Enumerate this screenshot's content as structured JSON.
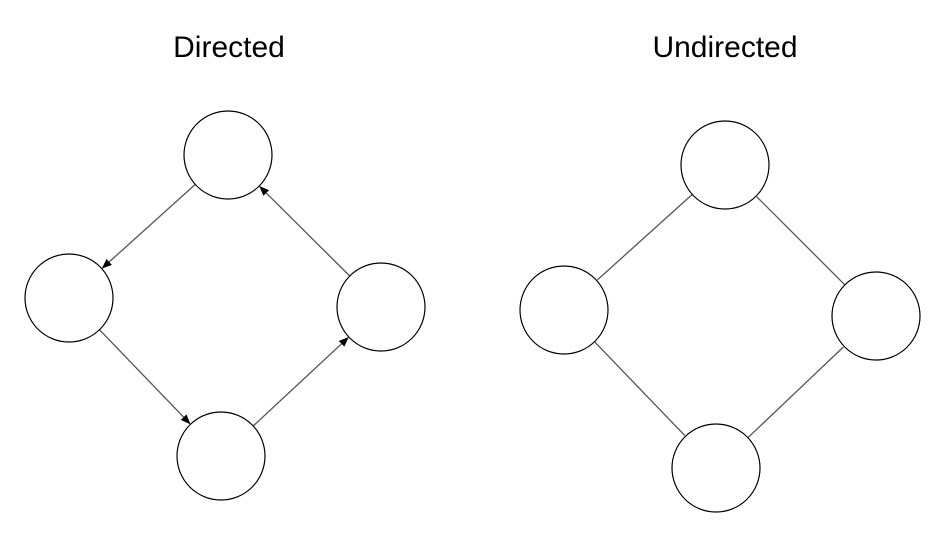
{
  "graphs": [
    {
      "title": "Directed",
      "directed": true,
      "nodes": [
        "top",
        "left",
        "right",
        "bottom"
      ],
      "edges": [
        {
          "from": "top",
          "to": "left"
        },
        {
          "from": "left",
          "to": "bottom"
        },
        {
          "from": "bottom",
          "to": "right"
        },
        {
          "from": "right",
          "to": "top"
        }
      ]
    },
    {
      "title": "Undirected",
      "directed": false,
      "nodes": [
        "top",
        "left",
        "right",
        "bottom"
      ],
      "edges": [
        {
          "from": "top",
          "to": "left"
        },
        {
          "from": "left",
          "to": "bottom"
        },
        {
          "from": "bottom",
          "to": "right"
        },
        {
          "from": "right",
          "to": "top"
        }
      ]
    }
  ],
  "colors": {
    "node_stroke": "#000000",
    "node_fill": "#ffffff",
    "edge": "#555555",
    "text": "#000000"
  }
}
